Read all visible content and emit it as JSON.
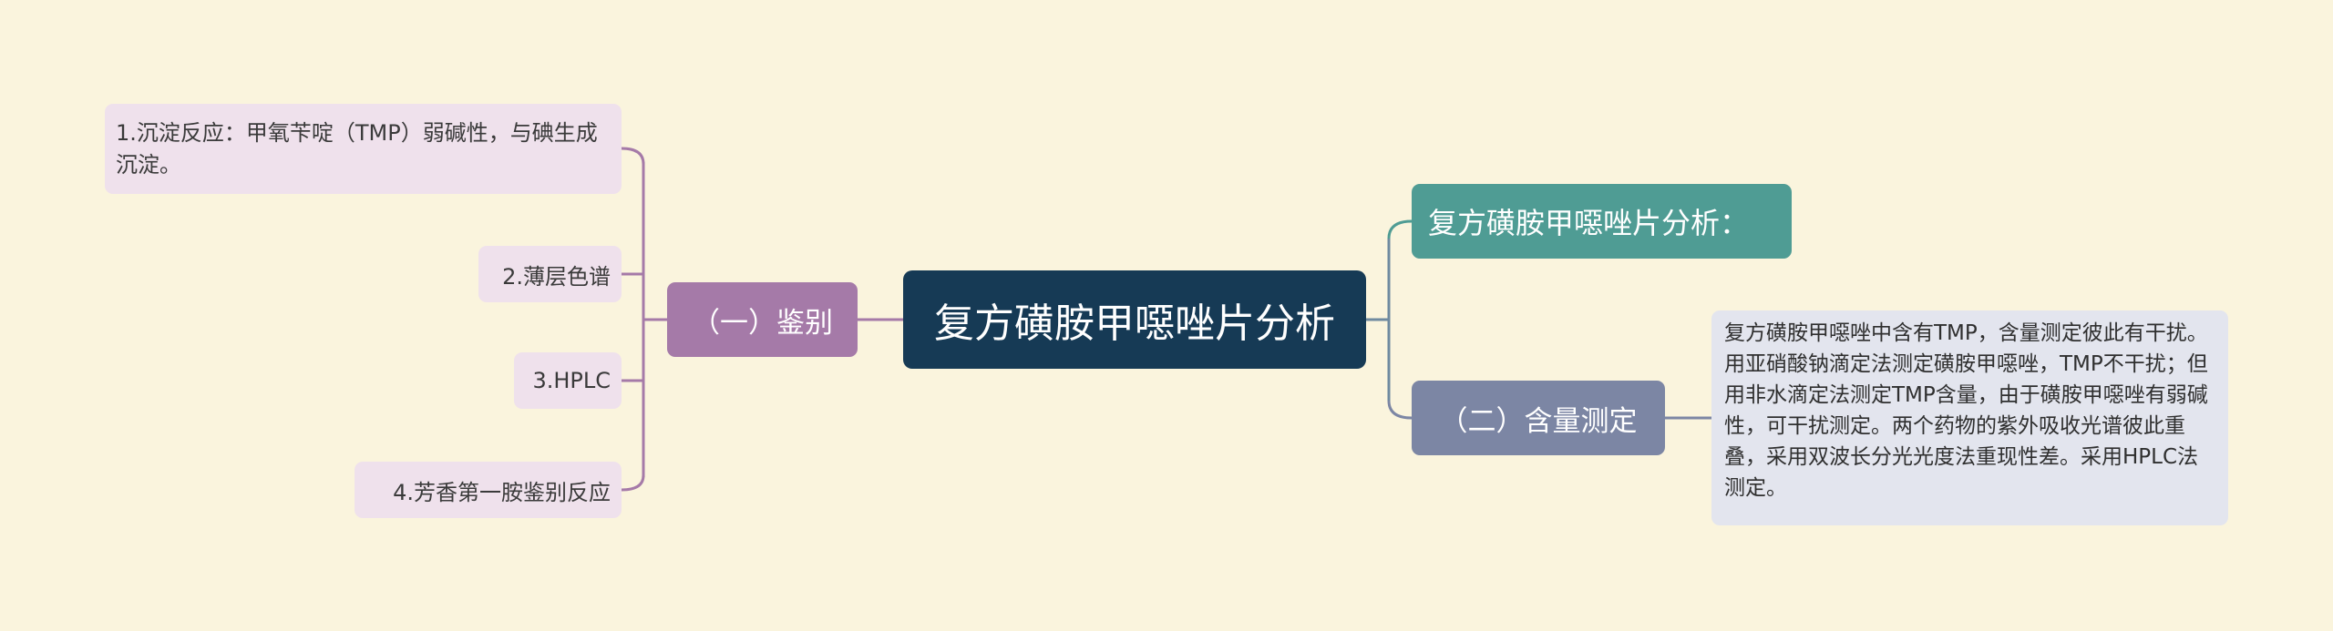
{
  "root": {
    "title": "复方磺胺甲噁唑片分析"
  },
  "left_branch": {
    "label": "（一）鉴别",
    "items": [
      {
        "text": "1.沉淀反应：甲氧苄啶（TMP）弱碱性，与碘生成沉淀。"
      },
      {
        "text": "2.薄层色谱"
      },
      {
        "text": "3.HPLC"
      },
      {
        "text": "4.芳香第一胺鉴别反应"
      }
    ]
  },
  "right_branches": [
    {
      "label": "复方磺胺甲噁唑片分析："
    },
    {
      "label": "（二）含量测定",
      "detail": "复方磺胺甲噁唑中含有TMP，含量测定彼此有干扰。用亚硝酸钠滴定法测定磺胺甲噁唑，TMP不干扰；但用非水滴定法测定TMP含量，由于磺胺甲噁唑有弱碱性，可干扰测定。两个药物的紫外吸收光谱彼此重叠，采用双波长分光光度法重现性差。采用HPLC法测定。"
    }
  ],
  "colors": {
    "background": "#faf4dd",
    "root": "#163a55",
    "left_branch": "#a57aa8",
    "left_connector": "#a57aa8",
    "right_branch_1": "#4f9c94",
    "right_branch_2": "#7c86a4",
    "right_connector": "#6f8aa0",
    "leaf": "#efe1ec",
    "detail": "#e3e5ee"
  }
}
